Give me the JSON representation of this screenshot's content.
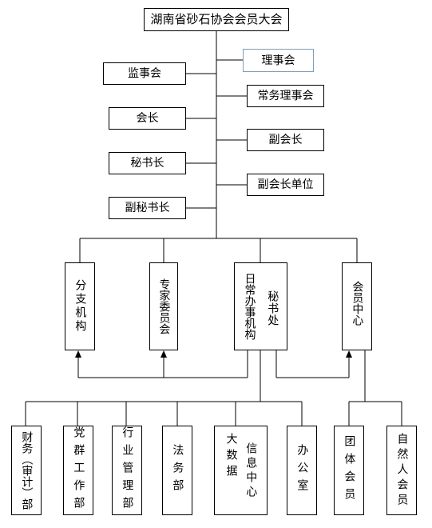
{
  "root": "湖南省砂石协会会员大会",
  "left_boxes": [
    "监事会",
    "会长",
    "秘书长",
    "副秘书长"
  ],
  "right_boxes": [
    "理事会",
    "常务理事会",
    "副会长",
    "副会长单位"
  ],
  "middle": {
    "branch": "分支机构",
    "expert": "专家委员会",
    "daily_line1": "日常办事机构",
    "daily_line2": "秘书处",
    "member_center": "会员中心"
  },
  "bottom": {
    "finance": "财务（审计）部",
    "party": "党群工作部",
    "industry": "行业管理部",
    "legal": "法务部",
    "bigdata_line1": "大数据",
    "bigdata_line2": "信息中心",
    "office": "办公室",
    "group_member": "团体会员",
    "natural_member": "自然人会员"
  },
  "colors": {
    "line": "#000000",
    "highlight_border": "#7f9fb8"
  }
}
